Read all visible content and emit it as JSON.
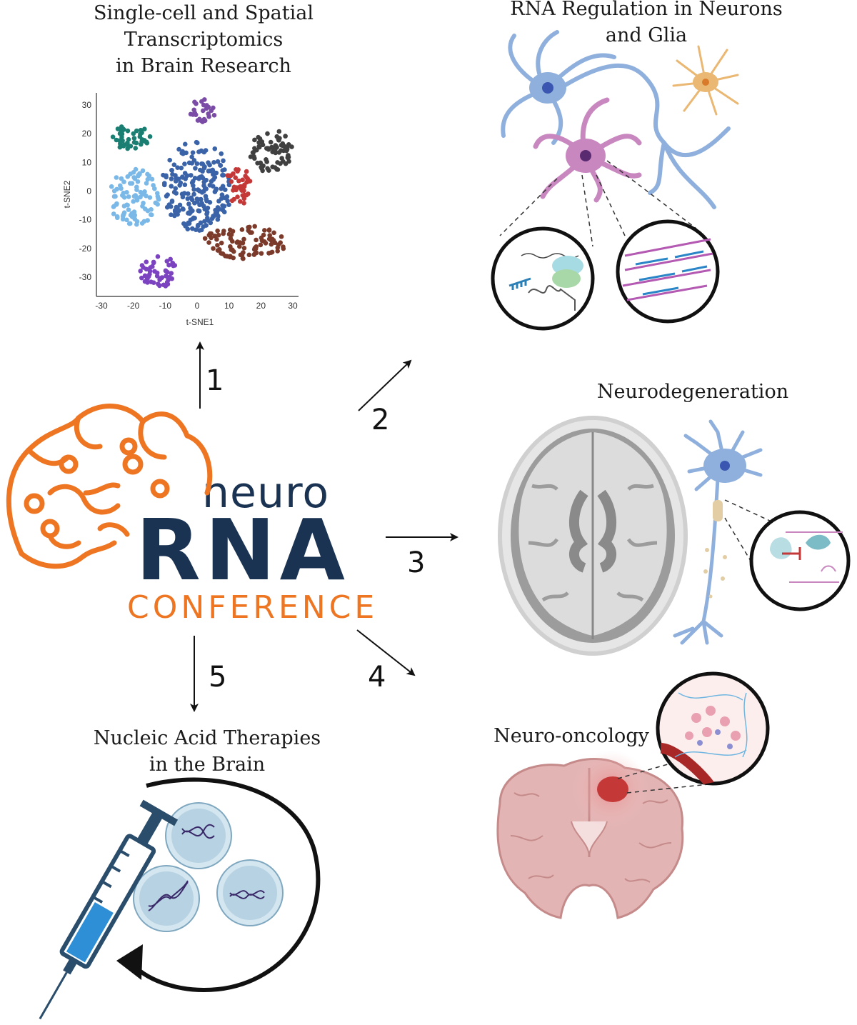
{
  "titles": {
    "t1_line1": "Single-cell and Spatial",
    "t1_line2": "Transcriptomics",
    "t1_line3": "in Brain Research",
    "t2_line1": "RNA Regulation in Neurons",
    "t2_line2": "and Glia",
    "t3": "Neurodegeneration",
    "t4": "Neuro-oncology",
    "t5_line1": "Nucleic Acid Therapies",
    "t5_line2": "in the Brain"
  },
  "arrows": {
    "a1": "1",
    "a2": "2",
    "a3": "3",
    "a4": "4",
    "a5": "5"
  },
  "logo": {
    "top": "neuro",
    "main": "RNA",
    "bottom": "CONFERENCE"
  },
  "colors": {
    "navy": "#1b3352",
    "orange": "#ee7623",
    "ink": "#111111"
  },
  "chart_data": {
    "type": "scatter",
    "xlabel": "t-SNE1",
    "ylabel": "t-SNE2",
    "xlim": [
      -30,
      30
    ],
    "ylim": [
      -35,
      33
    ],
    "xticks": [
      -30,
      -20,
      -10,
      0,
      10,
      20,
      30
    ],
    "yticks": [
      -30,
      -20,
      -10,
      0,
      10,
      20,
      30
    ],
    "clusters": [
      {
        "color": "#1a7f72",
        "cx": -21,
        "cy": 19,
        "rx": 6.5,
        "ry": 4.5,
        "n": 45
      },
      {
        "color": "#7ab8e8",
        "cx": -20,
        "cy": -2,
        "rx": 8,
        "ry": 10,
        "n": 95
      },
      {
        "color": "#3a63a8",
        "cx": 0,
        "cy": 2,
        "rx": 11,
        "ry": 16,
        "n": 210
      },
      {
        "color": "#7a4ca6",
        "cx": 2,
        "cy": 28,
        "rx": 4.5,
        "ry": 4,
        "n": 25
      },
      {
        "color": "#404040",
        "cx": 23,
        "cy": 14,
        "rx": 7,
        "ry": 7.5,
        "n": 75
      },
      {
        "color": "#c43838",
        "cx": 13,
        "cy": 2,
        "rx": 4,
        "ry": 7,
        "n": 40
      },
      {
        "color": "#7b3a2a",
        "cx": 15,
        "cy": -18,
        "rx": 13,
        "ry": 6,
        "n": 90
      },
      {
        "color": "#7c43c0",
        "cx": -12,
        "cy": -28,
        "rx": 6,
        "ry": 5.5,
        "n": 50
      }
    ]
  }
}
